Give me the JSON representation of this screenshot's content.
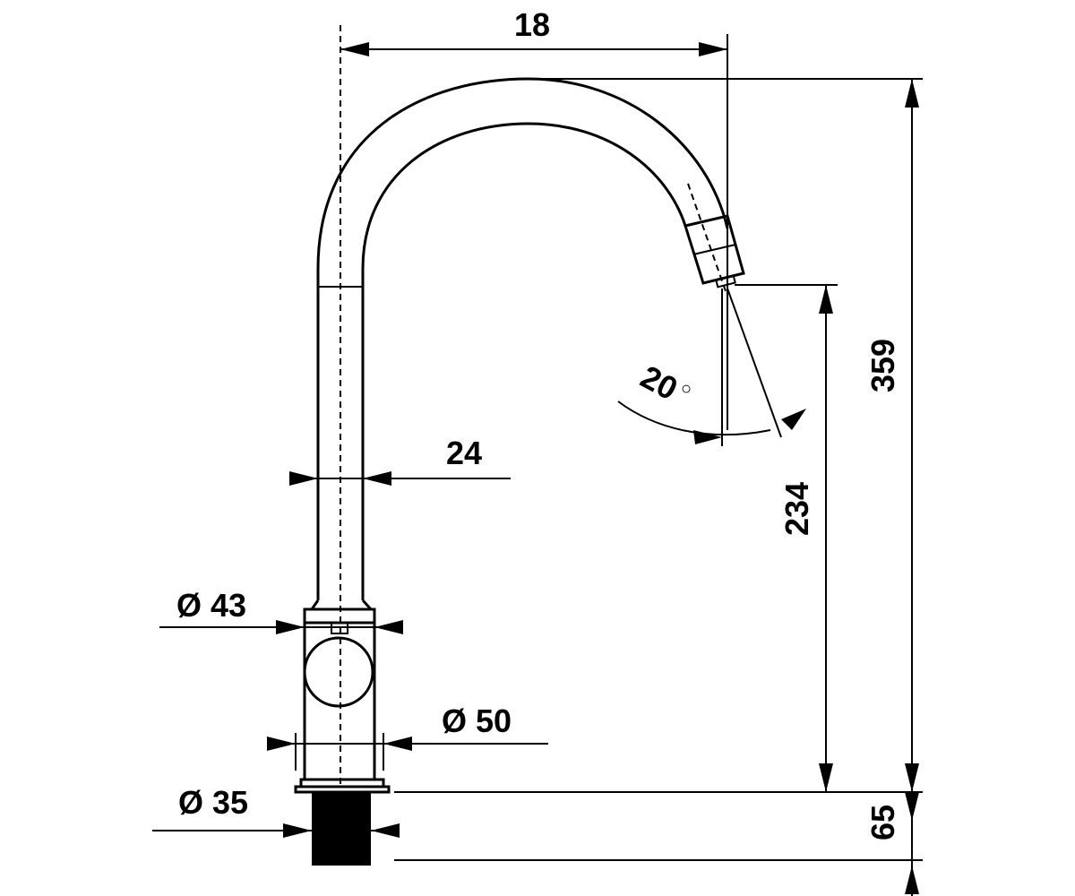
{
  "drawing": {
    "dimensions": {
      "spout_reach": "18",
      "total_height": "359",
      "outlet_height": "234",
      "base_height": "65",
      "tube_width": "24",
      "body_diameter_top": "Ø 43",
      "body_diameter_bottom": "Ø 50",
      "shank_diameter": "Ø 35",
      "outlet_angle": "20",
      "degree_symbol": "○"
    }
  }
}
